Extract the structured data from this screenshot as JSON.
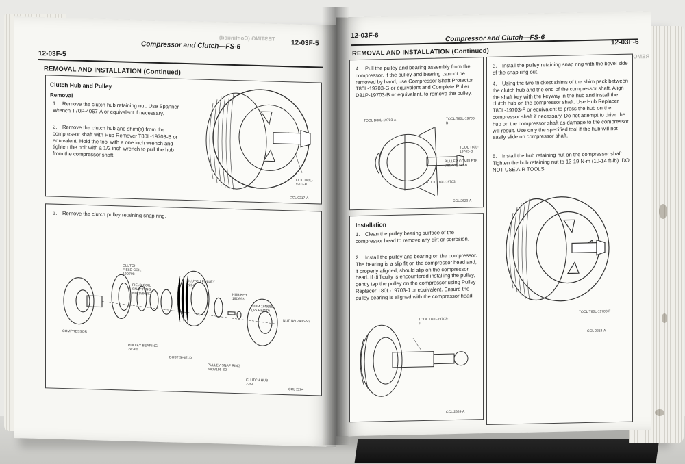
{
  "left_page": {
    "page_number": "12-03F-5",
    "running_head": "Compressor and Clutch—FS-6",
    "section_title": "REMOVAL AND INSTALLATION (Continued)",
    "box1": {
      "title": "Clutch Hub and Pulley",
      "subtitle": "Removal",
      "steps": [
        {
          "num": "1.",
          "text": "Remove the clutch hub retaining nut. Use Spanner Wrench T70P-4067-A or equivalent if necessary."
        },
        {
          "num": "2.",
          "text": "Remove the clutch hub and shim(s) from the compressor shaft with Hub Remover T80L-19703-B or equivalent. Hold the tool with a one inch wrench and tighten the bolt with a 1/2 inch wrench to pull the hub from the compressor shaft."
        }
      ],
      "figure": {
        "labels": [
          "TOOL T80L-19703-B"
        ],
        "code": "CCL 0217-A"
      }
    },
    "box2": {
      "step": {
        "num": "3.",
        "text": "Remove the clutch pulley retaining snap ring."
      },
      "figure": {
        "labels": [
          "CLUTCH FIELD COIL 19D798",
          "FIELD COIL SNAP RING N801596-S2",
          "CLUTCH PULLEY 2264",
          "HUB KEY 19D693",
          "SHIM 19N688 (AS REQ'D)",
          "NUT N802485-S2",
          "COMPRESSOR",
          "PULLEY BEARING 2A360",
          "DUST SHIELD",
          "PULLEY SNAP RING N803195-S2",
          "CLUTCH HUB 2264"
        ],
        "code": "CCL 2264"
      }
    }
  },
  "right_page": {
    "page_number": "12-03F-6",
    "running_head": "Compressor and Clutch—FS-6",
    "section_title": "REMOVAL AND INSTALLATION (Continued)",
    "box1": {
      "steps": [
        {
          "num": "4.",
          "text": "Pull the pulley and bearing assembly from the compressor. If the pulley and bearing cannot be removed by hand, use Compressor Shaft Protector T80L-19703-G or equivalent and Complete Puller D81P-19703-B or equivalent, to remove the pulley."
        }
      ],
      "figure": {
        "labels": [
          "TOOL D80L-19703-A",
          "TOOL T80L-19703-B",
          "TOOL T80L-19703-G",
          "PULLER COMPLETE D81P-19703-B",
          "TOOL T80L-19703"
        ],
        "code": "CCL 2623-A"
      }
    },
    "box2": {
      "steps": [
        {
          "num": "3.",
          "text": "Install the pulley retaining snap ring with the bevel side of the snap ring out."
        },
        {
          "num": "4.",
          "text": "Using the two thickest shims of the shim pack between the clutch hub and the end of the compressor shaft. Align the shaft key with the keyway in the hub and install the clutch hub on the compressor shaft. Use Hub Replacer T80L-19703-F or equivalent to press the hub on the compressor shaft if necessary. Do not attempt to drive the hub on the compressor shaft as damage to the compressor will result. Use only the specified tool if the hub will not easily slide on compressor shaft."
        },
        {
          "num": "5.",
          "text": "Install the hub retaining nut on the compressor shaft. Tighten the hub retaining nut to 13-19 N·m (10-14 ft-lb). DO NOT USE AIR TOOLS."
        }
      ],
      "figure": {
        "labels": [
          "TOOL T80L-19703-F"
        ],
        "code": "CCL 0218-A"
      }
    },
    "box3": {
      "title": "Installation",
      "steps": [
        {
          "num": "1.",
          "text": "Clean the pulley bearing surface of the compressor head to remove any dirt or corrosion."
        },
        {
          "num": "2.",
          "text": "Install the pulley and bearing on the compressor. The bearing is a slip fit on the compressor head and, if properly aligned, should slip on the compressor head. If difficulty is encountered installing the pulley, gently tap the pulley on the compressor using Pulley Replacer T80L-19703-J or equivalent. Ensure the pulley bearing is aligned with the compressor head."
        }
      ],
      "figure": {
        "labels": [
          "TOOL T80L-19703-J"
        ],
        "code": "CCL 2624-A"
      }
    }
  }
}
